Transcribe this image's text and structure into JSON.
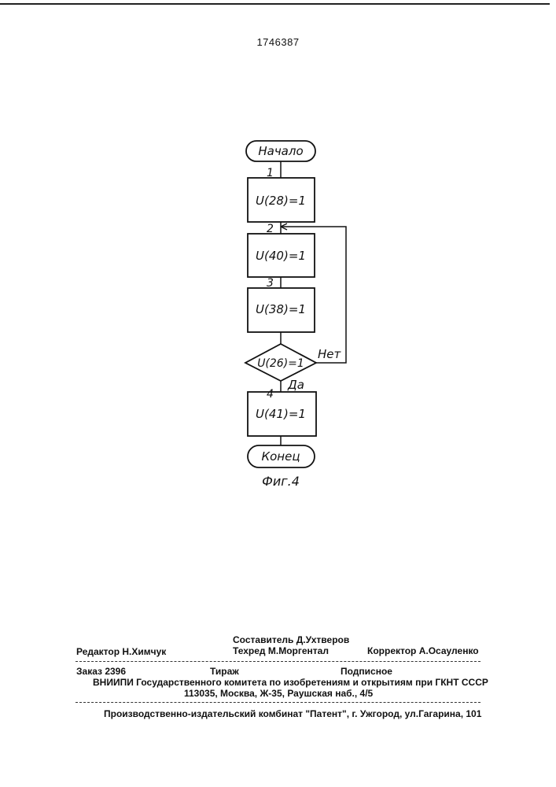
{
  "patent_number": "1746387",
  "flowchart": {
    "start": "Начало",
    "end": "Конец",
    "blocks": [
      {
        "num": "1",
        "text": "U(28)=1"
      },
      {
        "num": "2",
        "text": "U(40)=1"
      },
      {
        "num": "3",
        "text": "U(38)=1"
      },
      {
        "num": "4",
        "text": "U(41)=1"
      }
    ],
    "decision": {
      "text": "U(26)=1",
      "no": "Нет",
      "yes": "Да"
    },
    "caption": "Фиг.4"
  },
  "footer": {
    "compiler": "Составитель Д.Ухтверов",
    "editor": "Редактор Н.Химчук",
    "techred": "Техред М.Моргентал",
    "corrector": "Корректор  А.Осауленко",
    "order": "Заказ 2396",
    "print_run": "Тираж",
    "subscription": "Подписное",
    "vniipi": "ВНИИПИ Государственного комитета по изобретениям и открытиям при ГКНТ СССР",
    "address": "113035, Москва, Ж-35, Раушская наб., 4/5",
    "publisher": "Производственно-издательский комбинат \"Патент\", г. Ужгород, ул.Гагарина, 101"
  }
}
